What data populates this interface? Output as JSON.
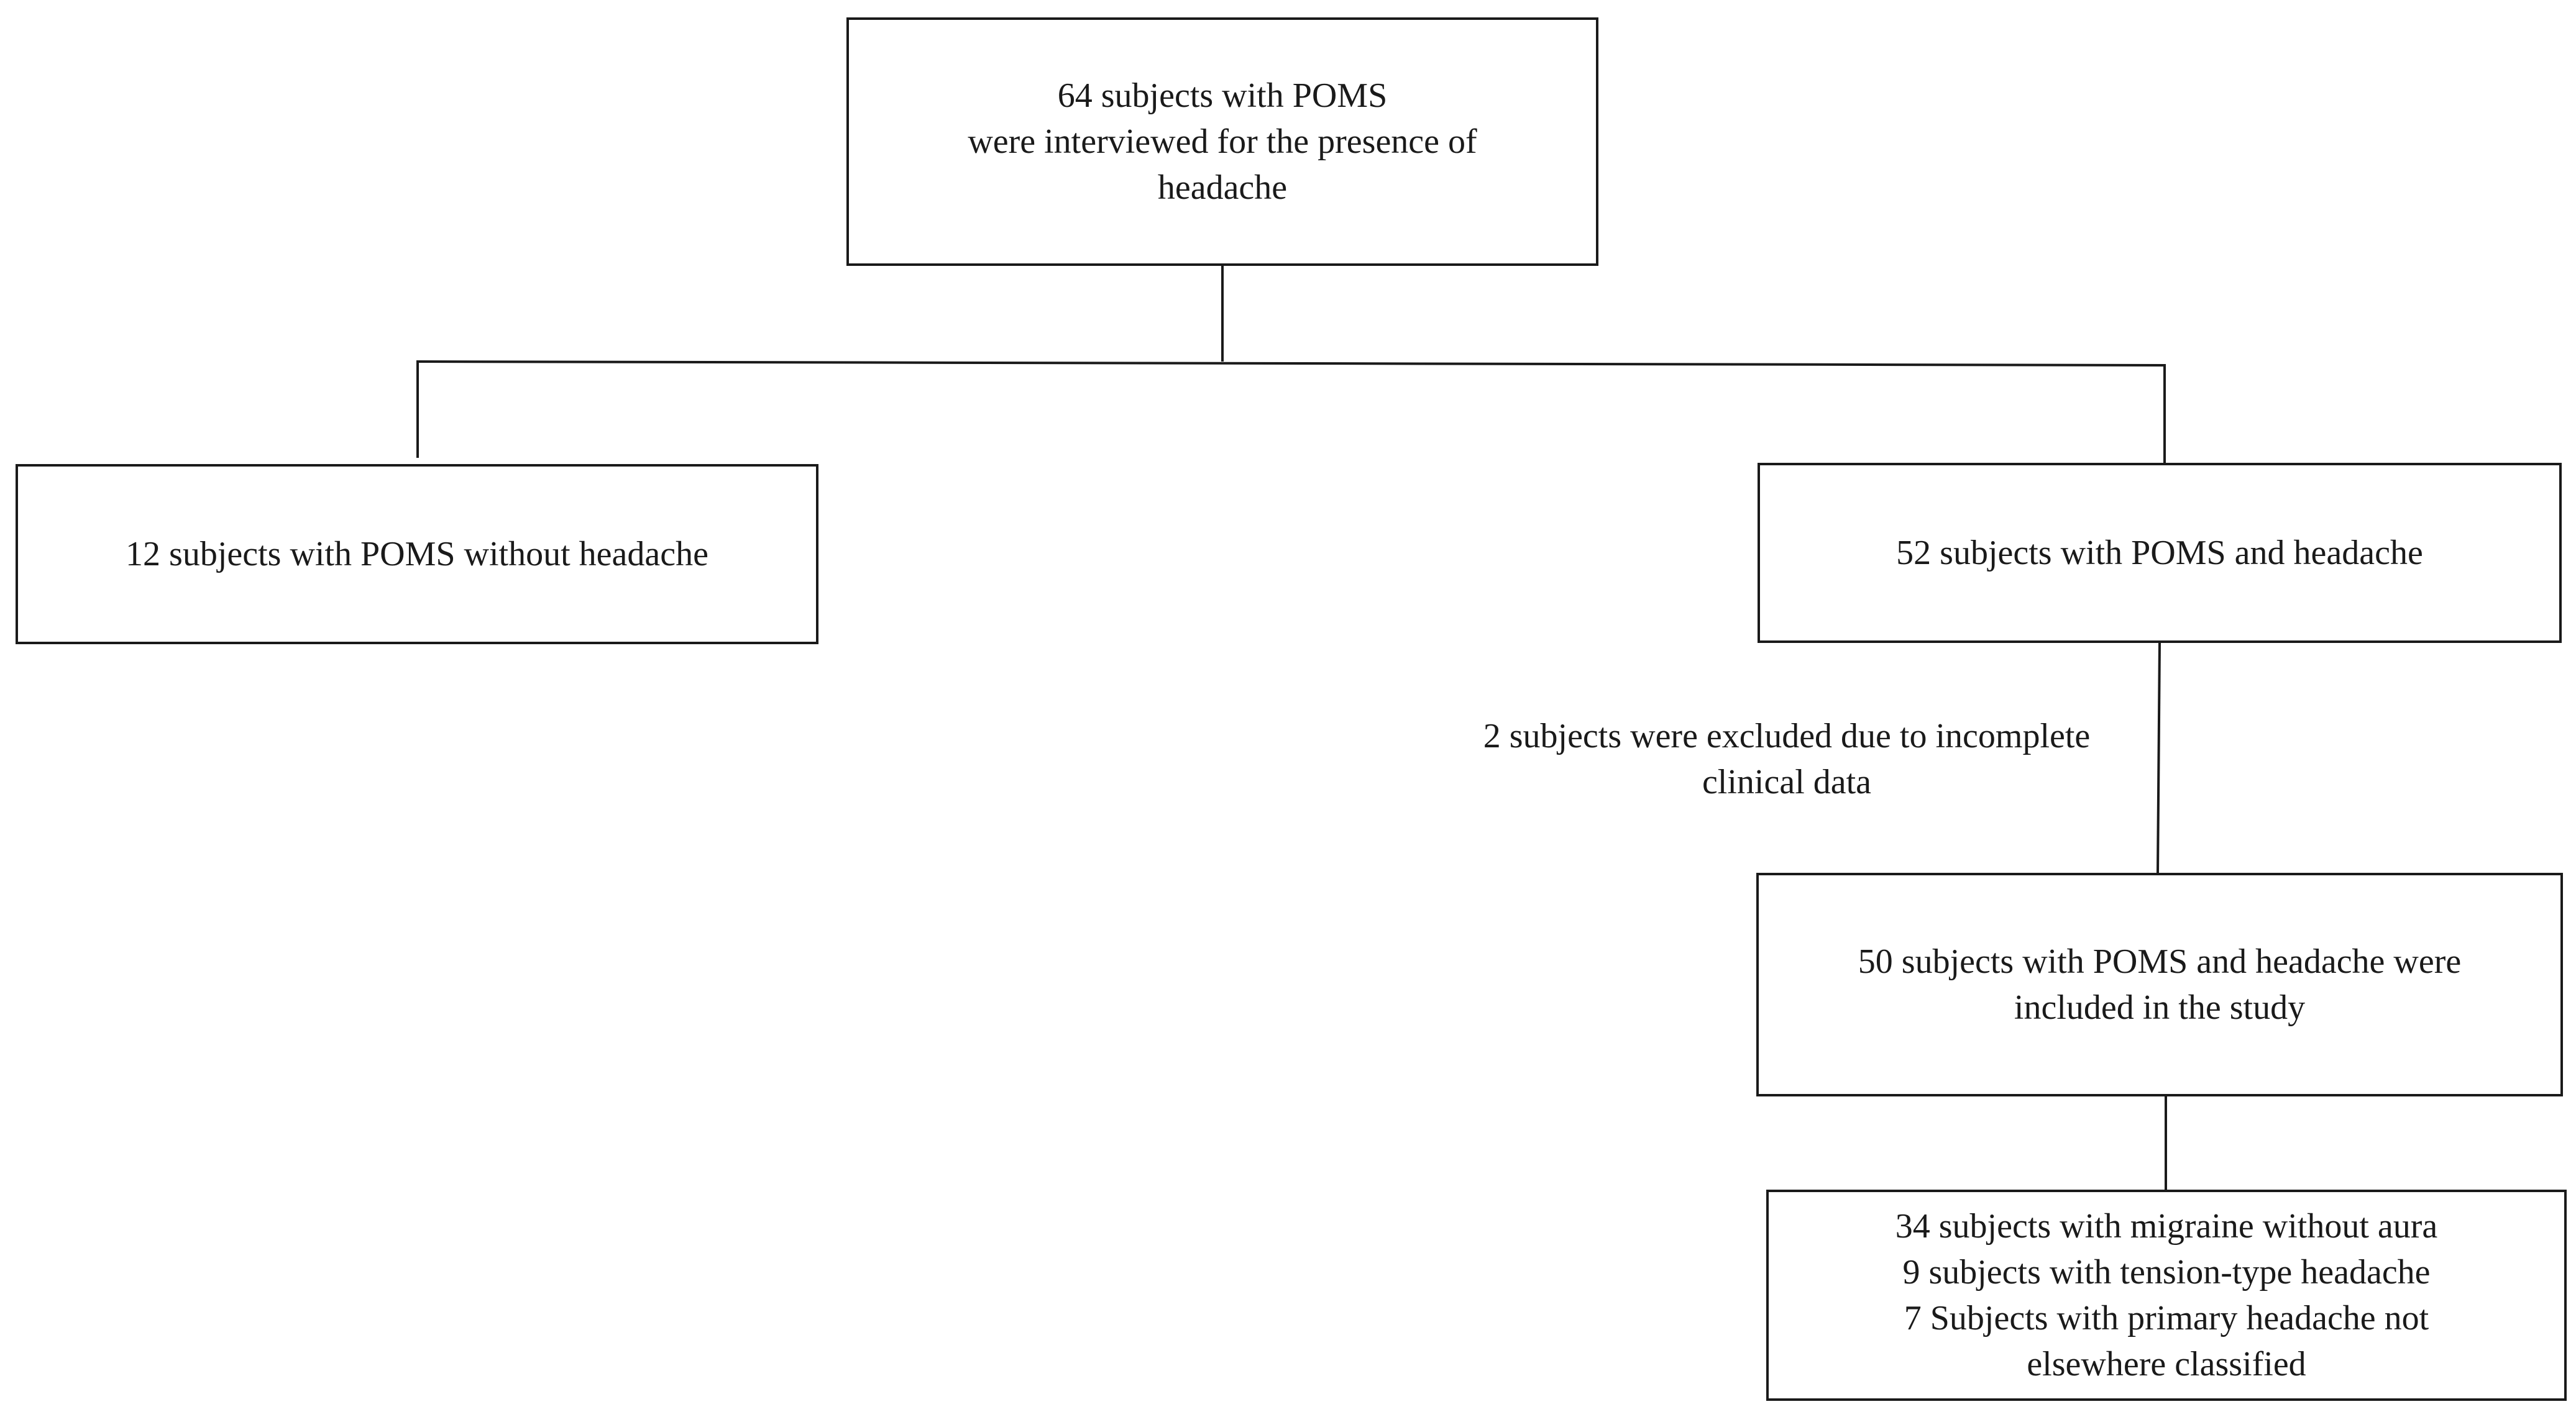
{
  "nodes": {
    "total": {
      "lines": [
        "64 subjects with POMS",
        "were interviewed for the presence of",
        "headache"
      ]
    },
    "without_headache": {
      "lines": [
        "12 subjects with POMS without headache"
      ]
    },
    "with_headache": {
      "lines": [
        "52 subjects with POMS and headache"
      ]
    },
    "included": {
      "lines": [
        "50 subjects with POMS and headache were",
        "included in the study"
      ]
    },
    "diagnoses": {
      "lines": [
        "34 subjects with migraine without aura",
        "9 subjects with tension-type  headache",
        "7 Subjects with primary headache not",
        "elsewhere classified"
      ]
    }
  },
  "exclusion_note": {
    "lines": [
      "2 subjects were excluded due to incomplete",
      "clinical data"
    ]
  },
  "colors": {
    "line": "#1a1a1a",
    "background": "#ffffff"
  }
}
